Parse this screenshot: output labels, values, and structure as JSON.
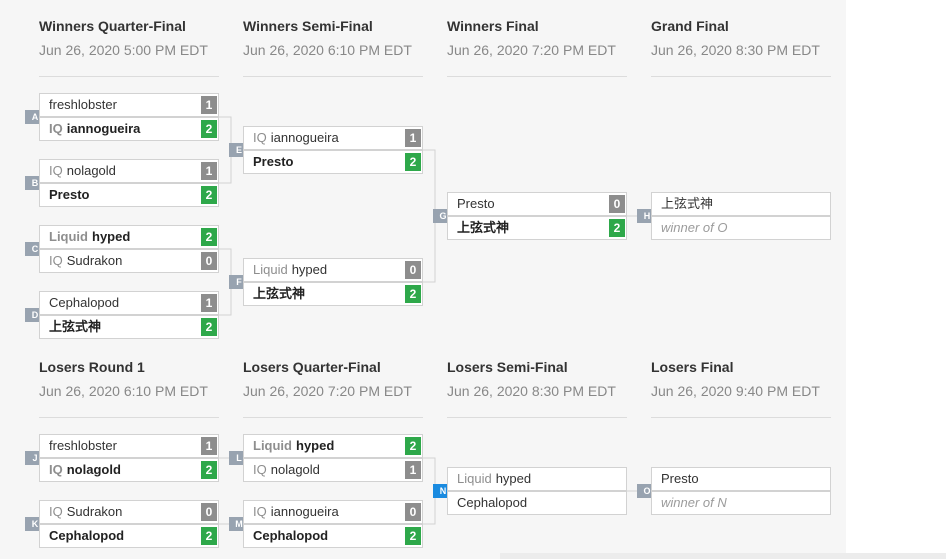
{
  "upper_rounds": [
    {
      "title": "Winners Quarter-Final",
      "time": "Jun 26, 2020 5:00 PM EDT"
    },
    {
      "title": "Winners Semi-Final",
      "time": "Jun 26, 2020 6:10 PM EDT"
    },
    {
      "title": "Winners Final",
      "time": "Jun 26, 2020 7:20 PM EDT"
    },
    {
      "title": "Grand Final",
      "time": "Jun 26, 2020 8:30 PM EDT"
    }
  ],
  "lower_rounds": [
    {
      "title": "Losers Round 1",
      "time": "Jun 26, 2020 6:10 PM EDT"
    },
    {
      "title": "Losers Quarter-Final",
      "time": "Jun 26, 2020 7:20 PM EDT"
    },
    {
      "title": "Losers Semi-Final",
      "time": "Jun 26, 2020 8:30 PM EDT"
    },
    {
      "title": "Losers Final",
      "time": "Jun 26, 2020 9:40 PM EDT"
    }
  ],
  "matches": {
    "A": {
      "label": "A",
      "p1": {
        "tag": "",
        "name": "freshlobster",
        "score": "1"
      },
      "p2": {
        "tag": "IQ",
        "name": "iannogueira",
        "score": "2"
      }
    },
    "B": {
      "label": "B",
      "p1": {
        "tag": "IQ",
        "name": "nolagold",
        "score": "1"
      },
      "p2": {
        "tag": "",
        "name": "Presto",
        "score": "2"
      }
    },
    "C": {
      "label": "C",
      "p1": {
        "tag": "Liquid",
        "name": "hyped",
        "score": "2"
      },
      "p2": {
        "tag": "IQ",
        "name": "Sudrakon",
        "score": "0"
      }
    },
    "D": {
      "label": "D",
      "p1": {
        "tag": "",
        "name": "Cephalopod",
        "score": "1"
      },
      "p2": {
        "tag": "",
        "name": "上弦式神",
        "score": "2"
      }
    },
    "E": {
      "label": "E",
      "p1": {
        "tag": "IQ",
        "name": "iannogueira",
        "score": "1"
      },
      "p2": {
        "tag": "",
        "name": "Presto",
        "score": "2"
      }
    },
    "F": {
      "label": "F",
      "p1": {
        "tag": "Liquid",
        "name": "hyped",
        "score": "0"
      },
      "p2": {
        "tag": "",
        "name": "上弦式神",
        "score": "2"
      }
    },
    "G": {
      "label": "G",
      "p1": {
        "tag": "",
        "name": "Presto",
        "score": "0"
      },
      "p2": {
        "tag": "",
        "name": "上弦式神",
        "score": "2"
      }
    },
    "H": {
      "label": "H",
      "p1": {
        "tag": "",
        "name": "上弦式神"
      },
      "p2": {
        "placeholder": "winner of O"
      }
    },
    "J": {
      "label": "J",
      "p1": {
        "tag": "",
        "name": "freshlobster",
        "score": "1"
      },
      "p2": {
        "tag": "IQ",
        "name": "nolagold",
        "score": "2"
      }
    },
    "K": {
      "label": "K",
      "p1": {
        "tag": "IQ",
        "name": "Sudrakon",
        "score": "0"
      },
      "p2": {
        "tag": "",
        "name": "Cephalopod",
        "score": "2"
      }
    },
    "L": {
      "label": "L",
      "p1": {
        "tag": "Liquid",
        "name": "hyped",
        "score": "2"
      },
      "p2": {
        "tag": "IQ",
        "name": "nolagold",
        "score": "1"
      }
    },
    "M": {
      "label": "M",
      "p1": {
        "tag": "IQ",
        "name": "iannogueira",
        "score": "0"
      },
      "p2": {
        "tag": "",
        "name": "Cephalopod",
        "score": "2"
      }
    },
    "N": {
      "label": "N",
      "p1": {
        "tag": "Liquid",
        "name": "hyped"
      },
      "p2": {
        "tag": "",
        "name": "Cephalopod"
      }
    },
    "O": {
      "label": "O",
      "p1": {
        "tag": "",
        "name": "Presto"
      },
      "p2": {
        "placeholder": "winner of N"
      }
    }
  },
  "colors": {
    "win_score": "#2ea84a",
    "lose_score": "#8d8d8d",
    "badge": "#98a3b0",
    "badge_active": "#1a8be0"
  }
}
